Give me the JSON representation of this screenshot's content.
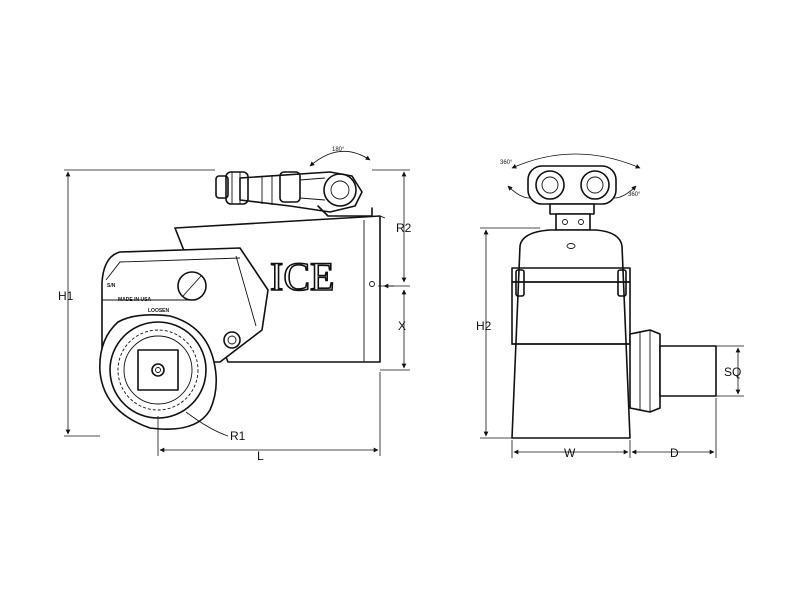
{
  "drawing": {
    "logo_text": "ICE",
    "made_in": "MADE IN USA",
    "loosen": "LOOSEN",
    "plate_mark": "S/N"
  },
  "angles": {
    "swivel_top": "180°",
    "swivel_left": "360°",
    "swivel_right": "360°"
  },
  "dimensions": {
    "h1": "H1",
    "l": "L",
    "r1": "R1",
    "r2": "R2",
    "x": "X",
    "h2": "H2",
    "w": "W",
    "d": "D",
    "sq": "SQ"
  }
}
